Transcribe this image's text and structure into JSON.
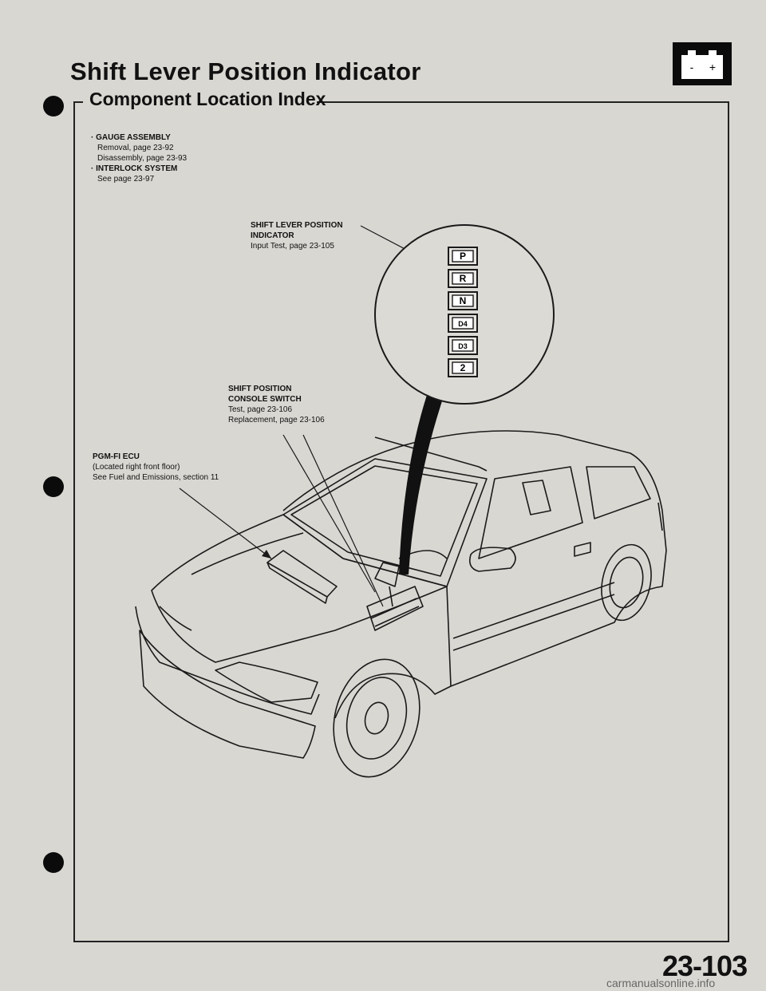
{
  "header": {
    "title": "Shift Lever Position Indicator",
    "badge_icon": "battery-icon",
    "badge_symbols": {
      "minus": "-",
      "plus": "+"
    }
  },
  "section": {
    "title": "Component Location Index"
  },
  "index": {
    "items": [
      {
        "name": "· GAUGE ASSEMBLY",
        "refs": [
          "Removal, page 23-92",
          "Disassembly, page 23-93"
        ]
      },
      {
        "name": "· INTERLOCK SYSTEM",
        "refs": [
          "See page 23-97"
        ]
      }
    ]
  },
  "callouts": {
    "indicator": {
      "l1": "SHIFT LEVER POSITION",
      "l2": "INDICATOR",
      "ref": "Input Test, page 23-105"
    },
    "switch": {
      "l1": "SHIFT POSITION",
      "l2": "CONSOLE SWITCH",
      "ref1": "Test, page 23-106",
      "ref2": "Replacement, page 23-106"
    },
    "ecu": {
      "l1": "PGM-FI ECU",
      "ref1": "(Located right front floor)",
      "ref2": "See Fuel and Emissions, section 11"
    }
  },
  "gear_positions": [
    "P",
    "R",
    "N",
    "D4",
    "D3",
    "2"
  ],
  "page_number": "23-103",
  "footer": "carmanualsonline.info"
}
